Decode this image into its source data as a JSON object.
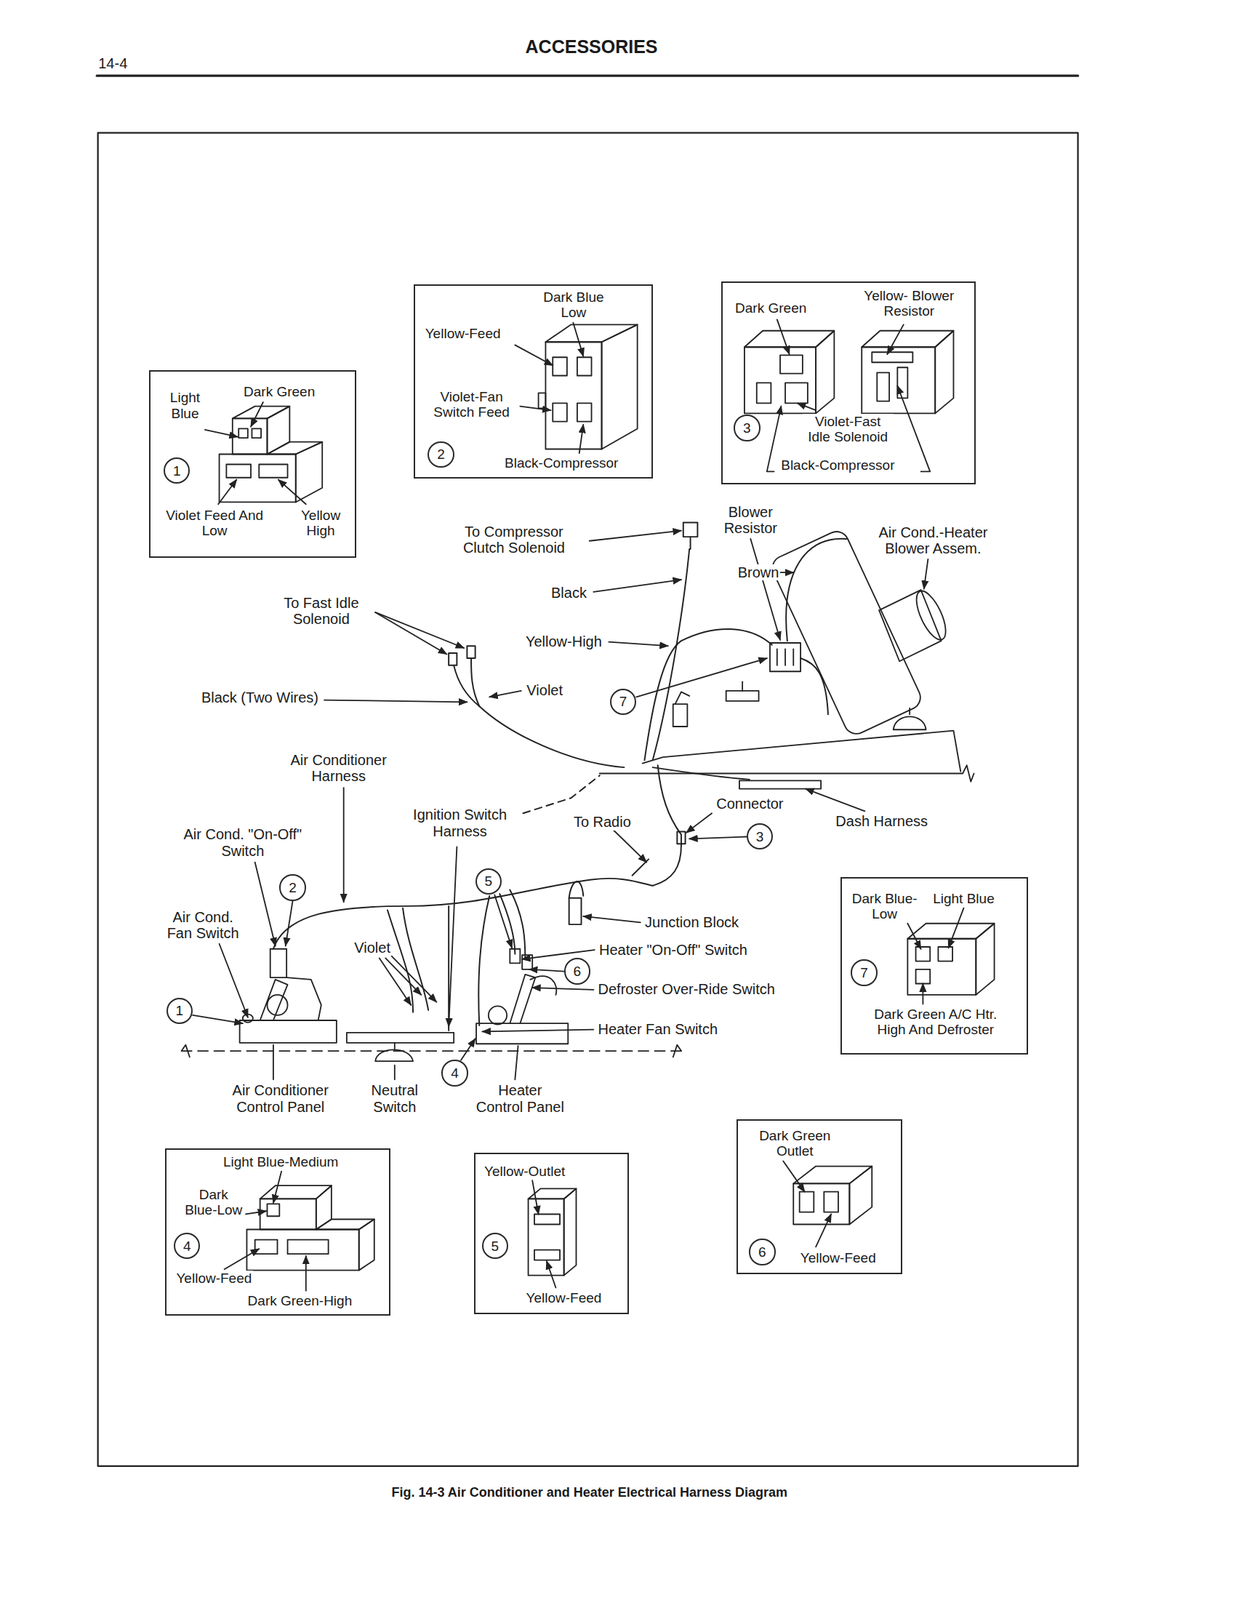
{
  "diagram": {
    "title": "ACCESSORIES",
    "caption": "Fig. 14-3 Air Conditioner and Heater Electrical Harness Diagram",
    "nodes": [
      {
        "text": [
          "Light Blue",
          "Dark Green",
          "Violet Feed And Low",
          "Yellow High"
        ]
      },
      {
        "text": [
          "1"
        ],
        "in": 0
      },
      {
        "text": [
          "Dark Blue Low",
          "Yellow-Feed",
          "Violet-Fan Switch Feed",
          "Black-Compressor"
        ]
      },
      {
        "text": [
          "2"
        ],
        "in": 2
      },
      {
        "text": [
          "Dark Green",
          "Yellow- Blower Resistor",
          "Violet-Fast Idle Solenoid",
          "Black-Compressor"
        ]
      },
      {
        "text": [
          "3"
        ],
        "in": 4
      },
      {
        "text": [
          "7"
        ]
      },
      {
        "text": [
          "3"
        ]
      },
      {
        "text": [
          "2"
        ]
      },
      {
        "text": [
          "5"
        ]
      },
      {
        "text": [
          "Dark Blue-Low",
          "Light Blue",
          "Dark Green A/C Htr. High And Defroster"
        ]
      },
      {
        "text": [
          "7"
        ],
        "in": 10
      },
      {
        "text": [
          "6"
        ]
      },
      {
        "text": [
          "1"
        ]
      },
      {
        "text": [
          "4"
        ]
      },
      {
        "text": [
          "Dark Green Outlet",
          "Yellow-Feed"
        ]
      },
      {
        "text": [
          "6"
        ],
        "in": 15
      },
      {
        "text": [
          "Light Blue-Medium",
          "Dark Blue-Low",
          "Yellow-Feed",
          "Dark Green-High"
        ]
      },
      {
        "text": [
          "4"
        ],
        "in": 17
      },
      {
        "text": [
          "Yellow-Outlet",
          "Yellow-Feed"
        ]
      },
      {
        "text": [
          "5"
        ],
        "in": 19
      }
    ],
    "labels": [
      "14-4",
      "To Compressor Clutch Solenoid",
      "Blower Resistor",
      "Air Cond.-Heater Blower Assem.",
      "Black",
      "Brown",
      "To Fast Idle Solenoid",
      "Yellow-High",
      "Black (Two Wires)",
      "Violet",
      "Air Conditioner Harness",
      "Connector",
      "Ignition Switch Harness",
      "To Radio",
      "Dash Harness",
      "Air Cond. \"On-Off\" Switch",
      "Air Cond. Fan Switch",
      "Violet",
      "Junction Block",
      "Heater \"On-Off\" Switch",
      "Defroster Over-Ride Switch",
      "Heater Fan Switch",
      "Air Conditioner Control Panel",
      "Neutral Switch",
      "Heater Control Panel"
    ]
  }
}
